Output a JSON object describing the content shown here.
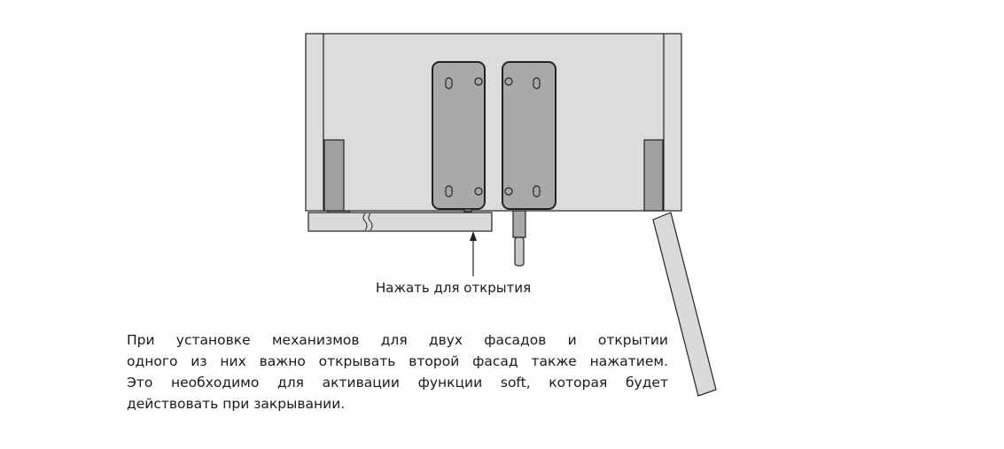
{
  "diagram": {
    "label": "Нажать для открытия",
    "note_lines": [
      "При установке механизмов для двух фасадов и открытии",
      "одного из них важно открывать второй фасад также нажатием.",
      "Это необходимо для активации функции soft, которая будет",
      "действовать при закрывании."
    ],
    "colors": {
      "cabinet": "#dcdcde",
      "mechanism": "#a9a9ab",
      "outline": "#222222",
      "door": "#dadadc"
    }
  }
}
